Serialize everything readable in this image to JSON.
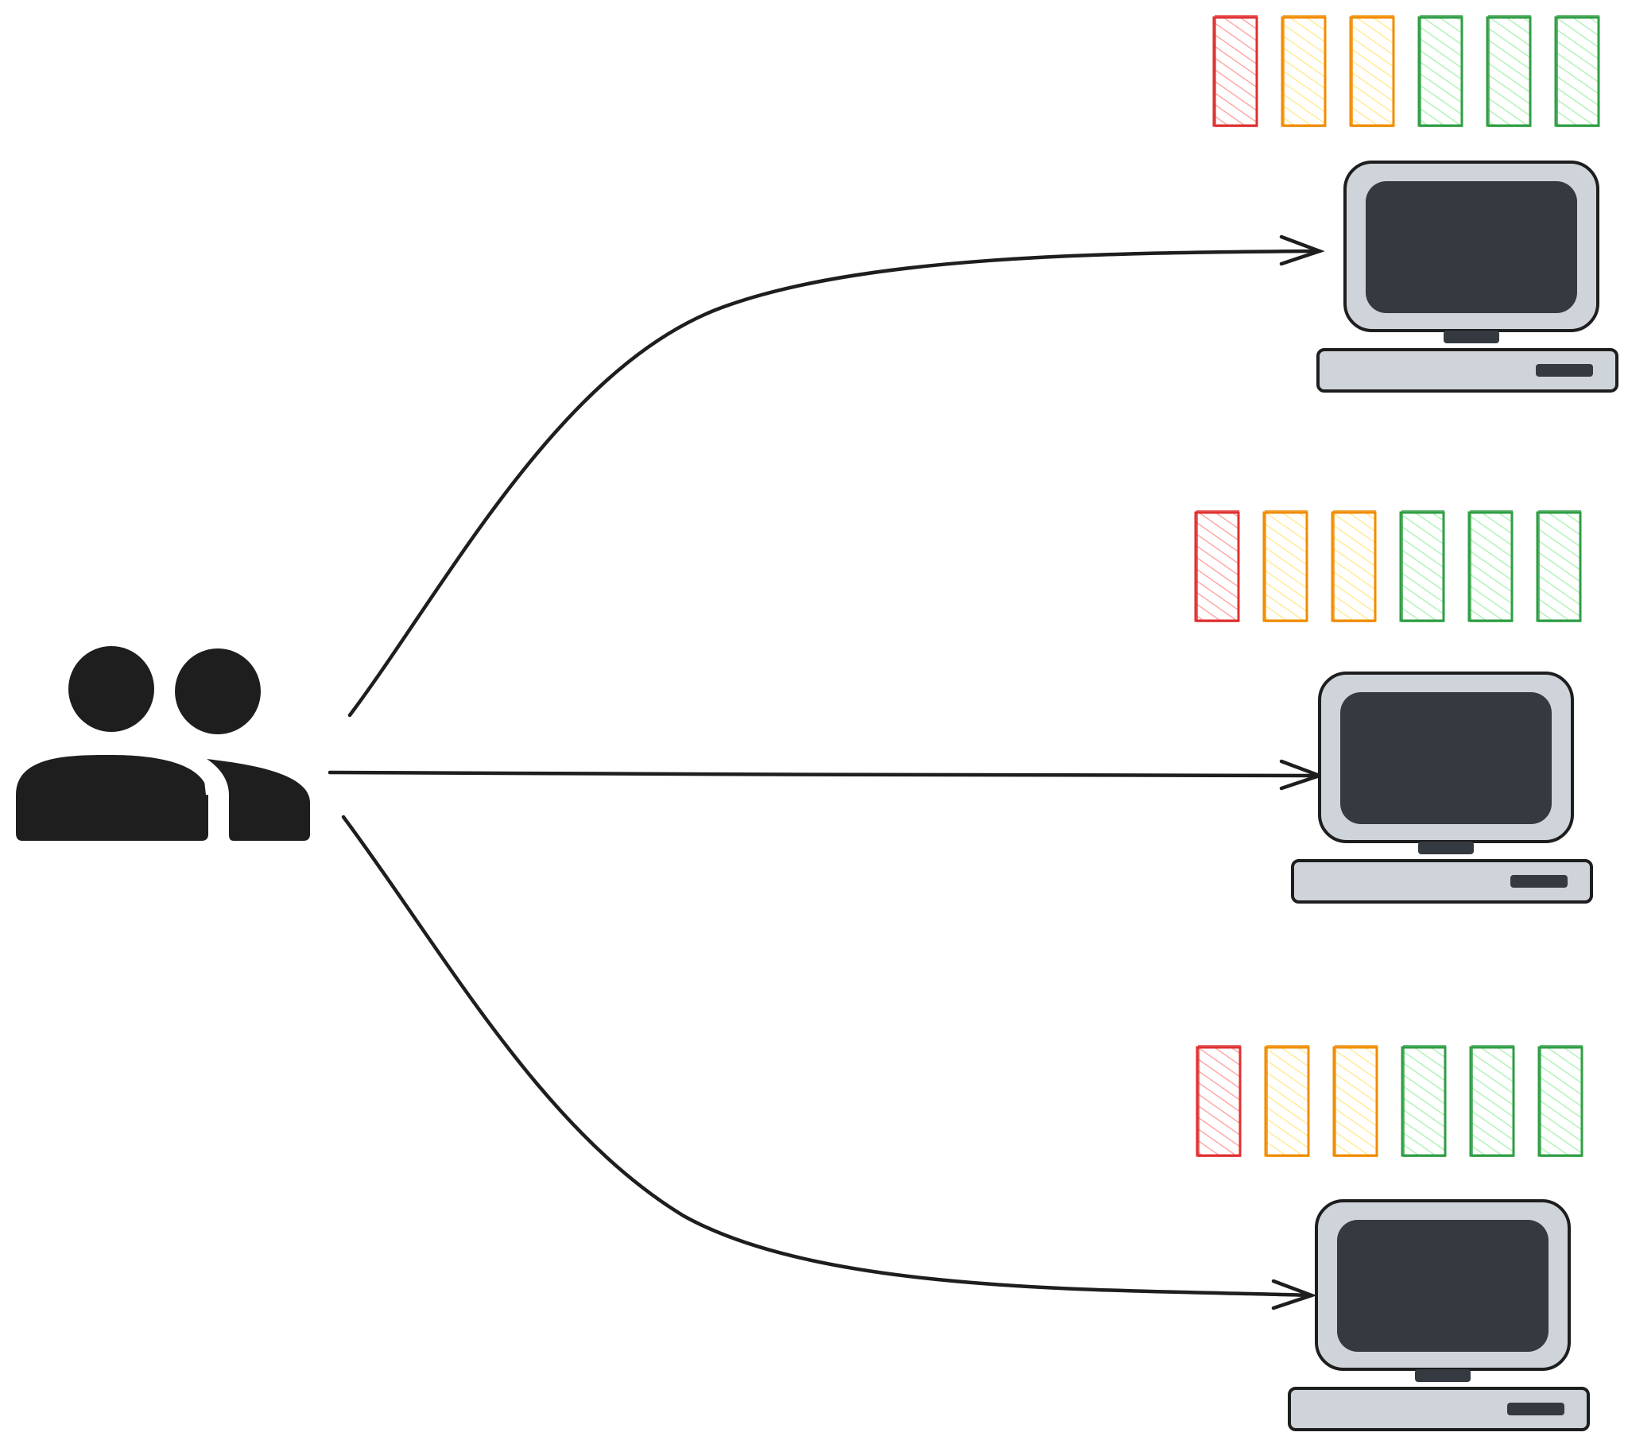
{
  "diagram": {
    "source": {
      "icon": "users-icon"
    },
    "target_count": 3,
    "targets": [
      {
        "icon": "computer-icon",
        "load_bars": [
          {
            "status": "red"
          },
          {
            "status": "orange"
          },
          {
            "status": "orange"
          },
          {
            "status": "green"
          },
          {
            "status": "green"
          },
          {
            "status": "green"
          }
        ]
      },
      {
        "icon": "computer-icon",
        "load_bars": [
          {
            "status": "red"
          },
          {
            "status": "orange"
          },
          {
            "status": "orange"
          },
          {
            "status": "green"
          },
          {
            "status": "green"
          },
          {
            "status": "green"
          }
        ]
      },
      {
        "icon": "computer-icon",
        "load_bars": [
          {
            "status": "red"
          },
          {
            "status": "orange"
          },
          {
            "status": "orange"
          },
          {
            "status": "green"
          },
          {
            "status": "green"
          },
          {
            "status": "green"
          }
        ]
      }
    ],
    "colors": {
      "red": "#e03131",
      "orange": "#f08c00",
      "green": "#2f9e44",
      "ink": "#1e1e1e",
      "monitor_screen": "#343a40",
      "monitor_body": "#ced4da",
      "background": "#ffffff"
    }
  }
}
